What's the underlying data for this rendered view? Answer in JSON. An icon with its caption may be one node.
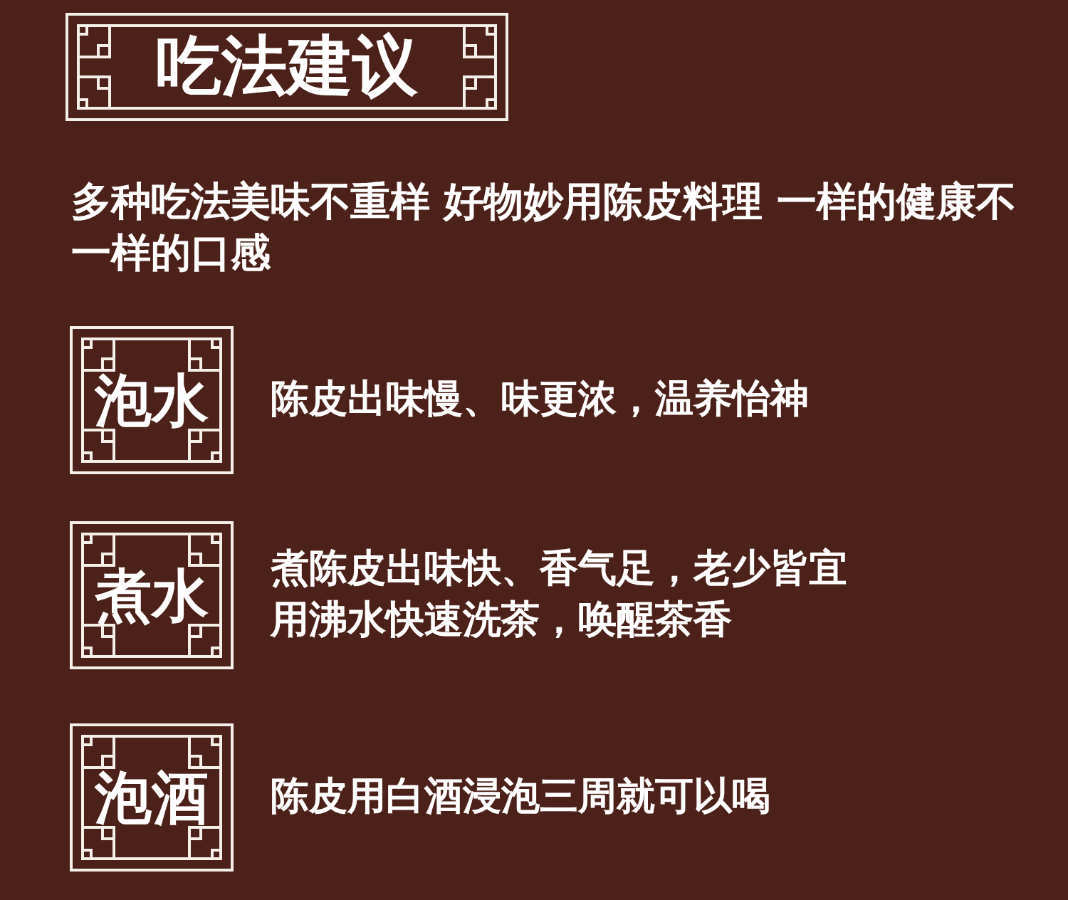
{
  "diagram": {
    "title": "吃法建议",
    "nodes": [
      {
        "text": [
          "泡水"
        ],
        "beside": [
          "陈皮出味慢、味更浓，温养怡神"
        ]
      },
      {
        "text": [
          "煮水"
        ],
        "beside": [
          "煮陈皮出味快、香气足，老少皆宜",
          "用沸水快速洗茶，唤醒茶香"
        ]
      },
      {
        "text": [
          "泡酒"
        ],
        "beside": [
          "陈皮用白酒浸泡三周就可以喝"
        ]
      }
    ],
    "labels": [
      "多种吃法美味不重样 好物妙用陈皮料理 一样的健康不一样的口感"
    ]
  }
}
